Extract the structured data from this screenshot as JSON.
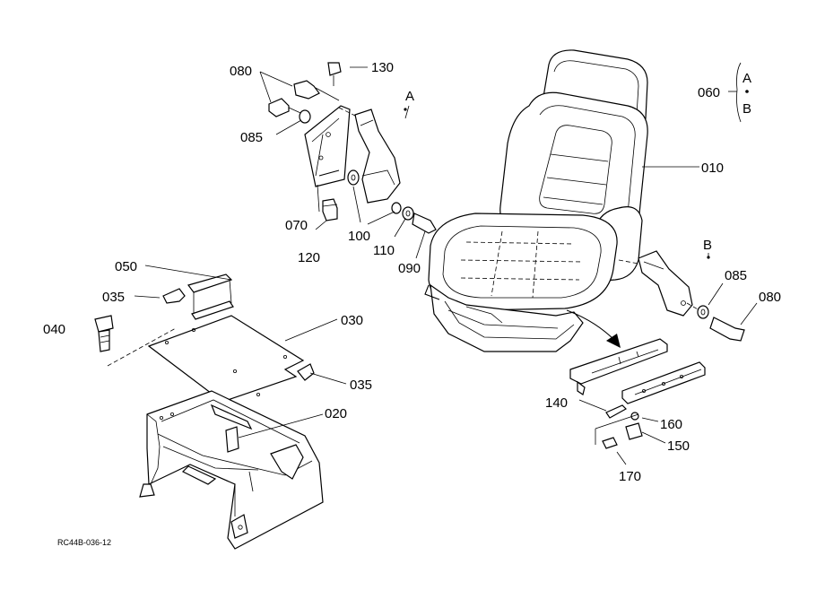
{
  "diagram": {
    "reference_code": "RC44B-036-12",
    "callouts": {
      "p010": "010",
      "p020": "020",
      "p030": "030",
      "p035a": "035",
      "p035b": "035",
      "p040": "040",
      "p050": "050",
      "p060": "060",
      "p070": "070",
      "p080a": "080",
      "p080b": "080",
      "p085a": "085",
      "p085b": "085",
      "p090": "090",
      "p100": "100",
      "p110": "110",
      "p120": "120",
      "p130": "130",
      "p140": "140",
      "p150": "150",
      "p160": "160",
      "p170": "170"
    },
    "markers": {
      "a_top": "A",
      "b_right": "B",
      "a_legend": "A",
      "b_legend": "B"
    }
  }
}
